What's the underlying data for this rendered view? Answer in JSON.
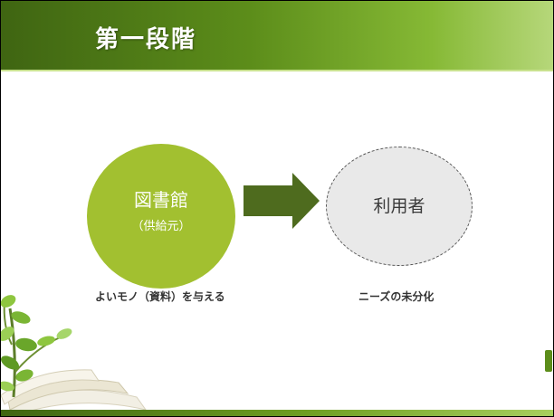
{
  "slide": {
    "title": "第一段階",
    "left_node": {
      "main": "図書館",
      "sub": "（供給元）"
    },
    "right_node": {
      "main": "利用者"
    },
    "left_caption": "よいモノ（資料）を与える",
    "right_caption": "ニーズの未分化"
  },
  "colors": {
    "header_dark": "#3f6512",
    "header_light": "#b6d77a",
    "left_node_fill": "#a2c030",
    "arrow_fill": "#4e6b1e",
    "right_node_fill": "#e9e9e9"
  },
  "icons": [
    "right-arrow-icon",
    "book-plant-decoration-icon"
  ]
}
